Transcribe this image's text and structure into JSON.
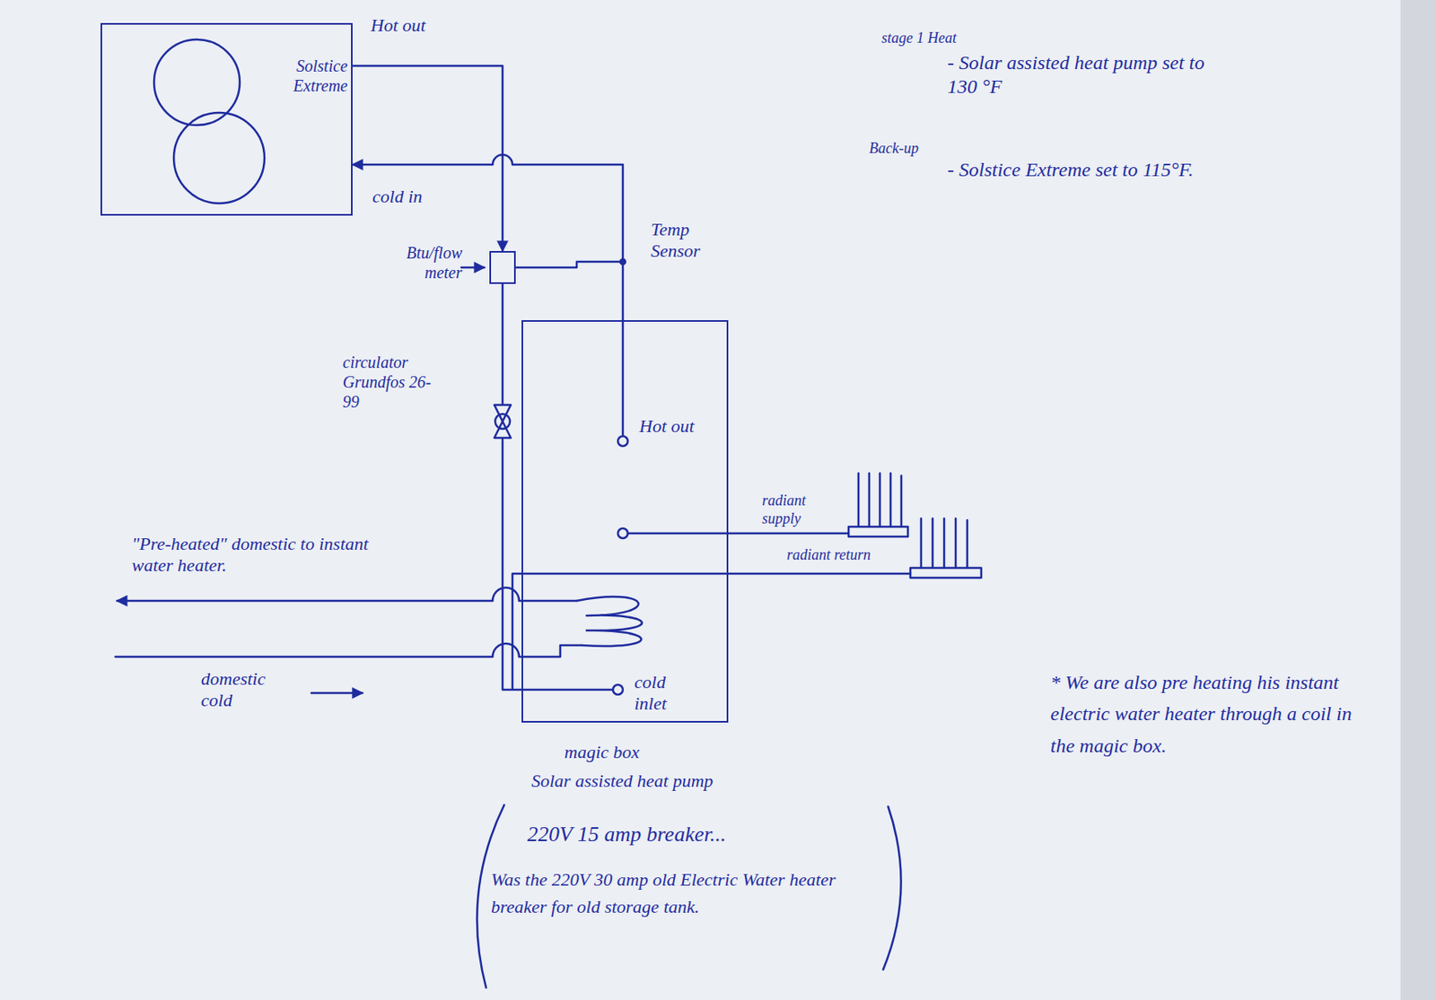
{
  "diagram": {
    "nodes": [
      {
        "text": [
          "Solstice Extreme"
        ]
      },
      {
        "text": [
          "Btu/flow meter"
        ]
      },
      {
        "text": [
          "circulator Grundfos 26-99"
        ]
      },
      {
        "text": [
          "Hot out",
          "cold inlet",
          "magic box",
          "Solar assisted heat pump"
        ]
      }
    ],
    "edges": [
      {
        "from": 3,
        "to": 0,
        "arrow": "to"
      },
      {
        "from": 0,
        "to": 1,
        "arrow": "to"
      },
      {
        "from": 1,
        "to": 2,
        "arrow": "none"
      },
      {
        "from": 2,
        "to": 3,
        "arrow": "none"
      }
    ],
    "labels": [
      "Hot out",
      "cold in",
      "Temp Sensor",
      "\"Pre-heated\" domestic to instant water heater.",
      "radiant supply",
      "radiant return",
      "domestic cold",
      "stage 1 Heat",
      "- Solar assisted heat pump set to 130 °F",
      "Back-up",
      "- Solstice Extreme set to 115°F.",
      "* We are also pre heating his instant electric water heater through a coil in the magic box.",
      "220V 15 amp breaker...",
      "Was the 220V 30 amp old Electric Water heater breaker for old storage tank."
    ]
  }
}
